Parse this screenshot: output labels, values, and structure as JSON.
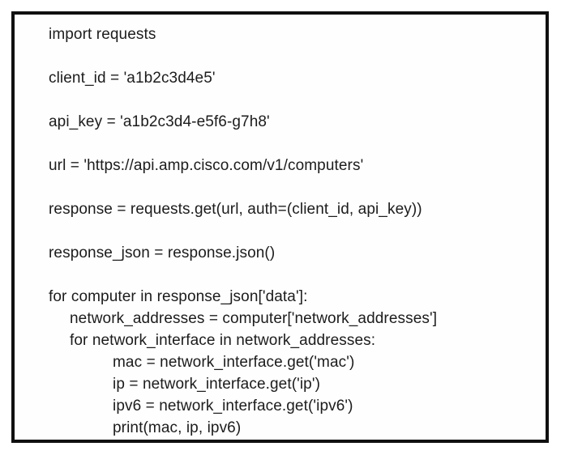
{
  "code_box": {
    "language": "python",
    "lines": [
      {
        "text": "import requests",
        "indent": 0,
        "blank_line_before": false
      },
      {
        "text": "client_id = 'a1b2c3d4e5'",
        "indent": 0,
        "blank_line_before": true
      },
      {
        "text": "api_key = 'a1b2c3d4-e5f6-g7h8'",
        "indent": 0,
        "blank_line_before": true
      },
      {
        "text": "url = 'https://api.amp.cisco.com/v1/computers'",
        "indent": 0,
        "blank_line_before": true
      },
      {
        "text": "response = requests.get(url, auth=(client_id, api_key))",
        "indent": 0,
        "blank_line_before": true
      },
      {
        "text": "response_json = response.json()",
        "indent": 0,
        "blank_line_before": true
      },
      {
        "text": "for computer in response_json['data']:",
        "indent": 0,
        "blank_line_before": true
      },
      {
        "text": "network_addresses = computer['network_addresses']",
        "indent": 1,
        "blank_line_before": false
      },
      {
        "text": "for network_interface in network_addresses:",
        "indent": 1,
        "blank_line_before": false
      },
      {
        "text": "mac = network_interface.get('mac')",
        "indent": 2,
        "blank_line_before": false
      },
      {
        "text": "ip = network_interface.get('ip')",
        "indent": 2,
        "blank_line_before": false
      },
      {
        "text": "ipv6 = network_interface.get('ipv6')",
        "indent": 2,
        "blank_line_before": false
      },
      {
        "text": "print(mac, ip, ipv6)",
        "indent": 2,
        "blank_line_before": false
      }
    ]
  }
}
